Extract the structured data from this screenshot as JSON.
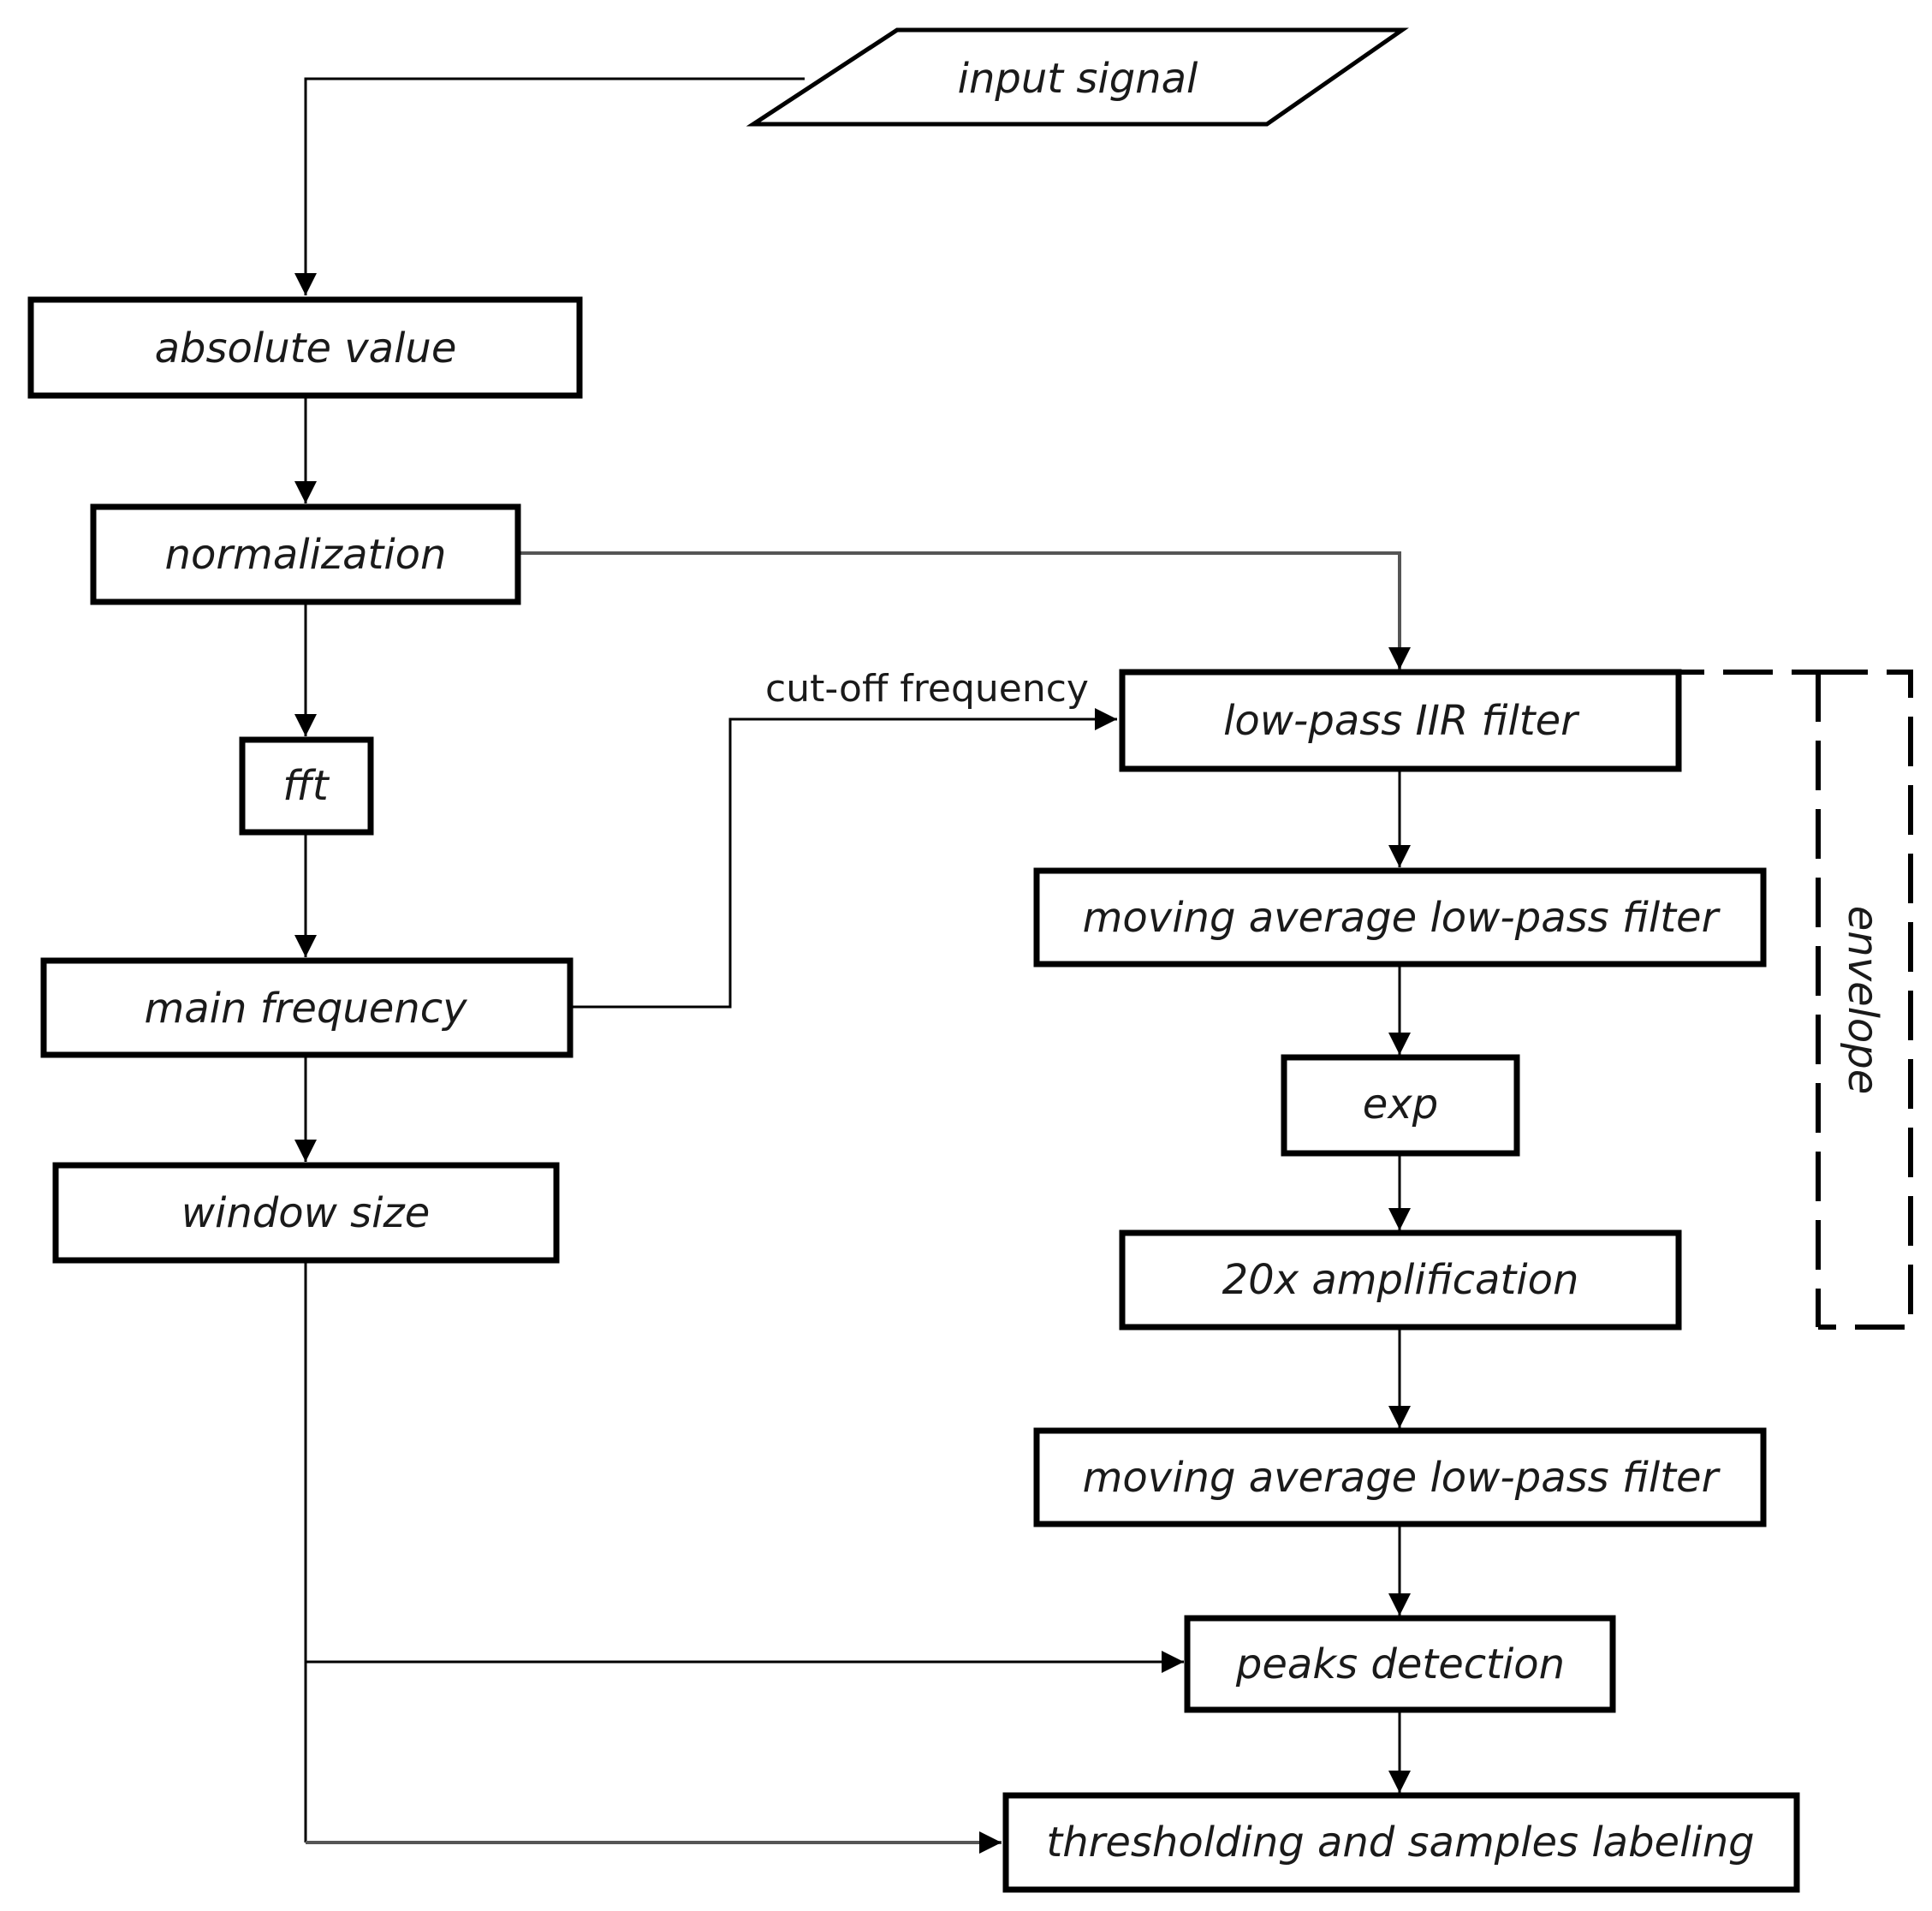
{
  "nodes": {
    "input_signal": "input signal",
    "absolute_value": "absolute value",
    "normalization": "normalization",
    "fft": "fft",
    "main_frequency": "main frequency",
    "window_size": "window size",
    "low_pass_iir": "low-pass IIR filter",
    "moving_avg_1": "moving average low-pass filter",
    "exp": "exp",
    "amplification": "20x amplification",
    "moving_avg_2": "moving average low-pass filter",
    "peaks_detection": "peaks detection",
    "thresholding": "thresholding and samples labeling"
  },
  "edge_labels": {
    "cutoff": "cut-off frequency"
  },
  "group_label": "envelope"
}
